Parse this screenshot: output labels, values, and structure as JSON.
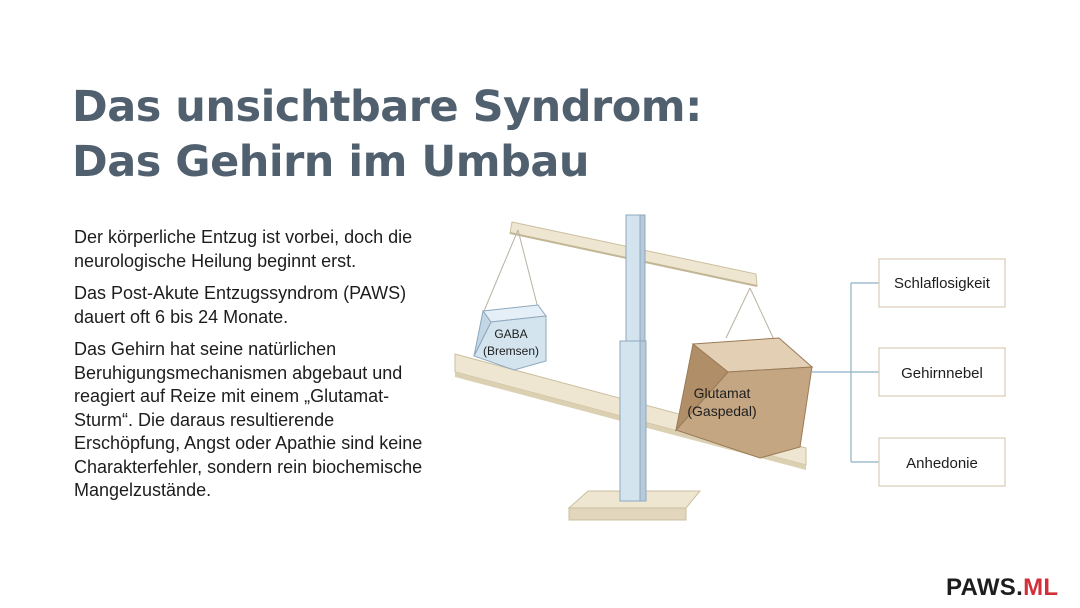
{
  "title": {
    "line1": "Das unsichtbare Syndrom:",
    "line2": "Das Gehirn im Umbau"
  },
  "paragraphs": [
    "Der körperliche Entzug ist vorbei, doch die neurologische Heilung beginnt erst.",
    "Das Post-Akute Entzugssyndrom (PAWS) dauert oft 6 bis 24 Monate.",
    "Das Gehirn hat seine natürlichen Beruhigungsmechanismen abgebaut und reagiert auf Reize mit einem „Glutamat-Sturm“. Die daraus resultierende Erschöpfung, Angst oder Apathie sind keine Charakterfehler, sondern rein biochemische Mangelzustände."
  ],
  "diagram": {
    "gaba": {
      "name": "GABA",
      "role": "(Bremsen)"
    },
    "glutamat": {
      "name": "Glutamat",
      "role": "(Gaspedal)"
    },
    "symptoms": [
      "Schlaflosigkeit",
      "Gehirnnebel",
      "Anhedonie"
    ]
  },
  "brand": {
    "main": "PAWS.",
    "accent": "ML"
  },
  "colors": {
    "title": "#50606e",
    "beige_light": "#efe6d2",
    "beige_dark": "#cbbf9f",
    "blue_light": "#d4e4ef",
    "blue_dark": "#8ea8bd",
    "tan_front": "#c5a683",
    "tan_top": "#e2cfb4",
    "tan_side": "#b08e68",
    "connector": "#8fb0c6",
    "brand_accent": "#d32f3a"
  }
}
